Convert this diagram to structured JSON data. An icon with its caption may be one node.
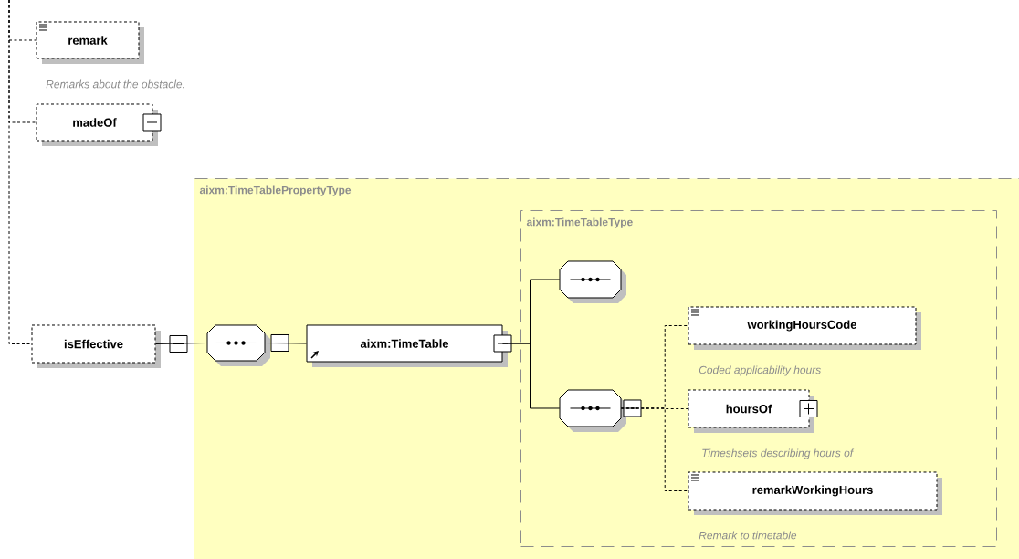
{
  "diagram": {
    "nodes": [
      {
        "text": [
          "remark"
        ],
        "beside": [
          "Remarks about the obstacle."
        ]
      },
      {
        "text": [
          "madeOf"
        ]
      },
      {
        "text": [
          "isEffective"
        ]
      },
      {
        "text": [
          "aixm:TimeTablePropertyType"
        ]
      },
      {
        "text": [],
        "shape": "octagon",
        "in": 3
      },
      {
        "text": [
          "aixm:TimeTable"
        ],
        "in": 3
      },
      {
        "text": [
          "aixm:TimeTableType"
        ],
        "in": 3
      },
      {
        "text": [],
        "shape": "octagon",
        "in": 6
      },
      {
        "text": [],
        "shape": "octagon",
        "in": 6
      },
      {
        "text": [
          "workingHoursCode"
        ],
        "in": 6,
        "beside": [
          "Coded applicability hours"
        ]
      },
      {
        "text": [
          "hoursOf"
        ],
        "in": 6,
        "beside": [
          "Timeshsets describing hours of"
        ]
      },
      {
        "text": [
          "remarkWorkingHours"
        ],
        "in": 6,
        "beside": [
          "Remark to timetable"
        ]
      }
    ],
    "edges": [
      {
        "from": null,
        "to": 0,
        "arrow": "none",
        "style": "dashed"
      },
      {
        "from": null,
        "to": 1,
        "arrow": "none",
        "style": "dashed"
      },
      {
        "from": null,
        "to": 2,
        "arrow": "none",
        "style": "dashed"
      },
      {
        "from": 2,
        "to": 4,
        "arrow": "none"
      },
      {
        "from": 4,
        "to": 5,
        "arrow": "none"
      },
      {
        "from": 5,
        "to": 7,
        "arrow": "none"
      },
      {
        "from": 5,
        "to": 8,
        "arrow": "none"
      },
      {
        "from": 8,
        "to": 9,
        "arrow": "none",
        "style": "dashed"
      },
      {
        "from": 8,
        "to": 10,
        "arrow": "none",
        "style": "dashed"
      },
      {
        "from": 8,
        "to": 11,
        "arrow": "none",
        "style": "dashed"
      }
    ]
  }
}
